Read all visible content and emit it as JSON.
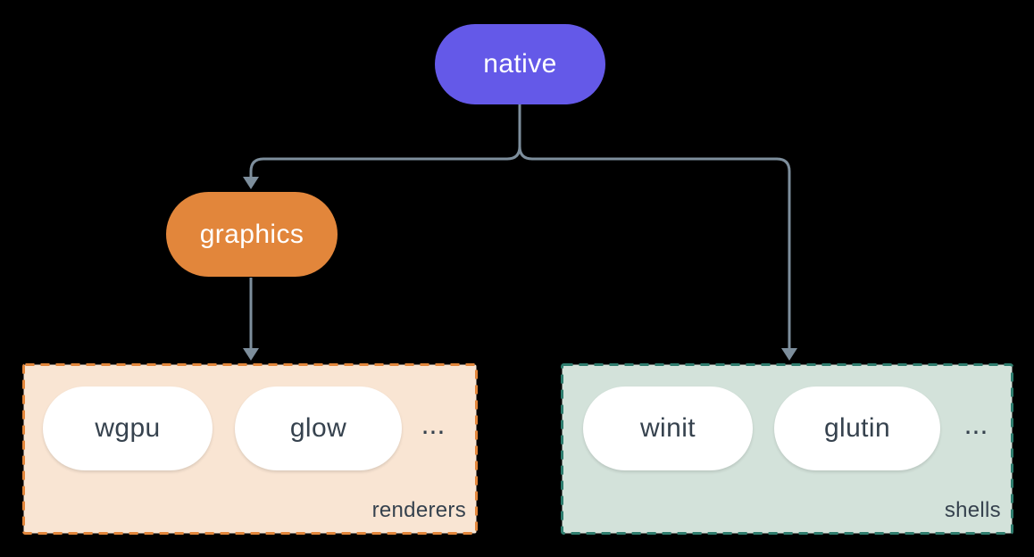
{
  "diagram": {
    "nodes": {
      "native": {
        "label": "native"
      },
      "graphics": {
        "label": "graphics"
      }
    },
    "groups": {
      "renderers": {
        "label": "renderers",
        "items": [
          "wgpu",
          "glow"
        ],
        "ellipsis": "..."
      },
      "shells": {
        "label": "shells",
        "items": [
          "winit",
          "glutin"
        ],
        "ellipsis": "..."
      }
    }
  },
  "colors": {
    "background": "#000000",
    "native_fill": "#6459e8",
    "graphics_fill": "#e2863b",
    "renderers_fill": "#f9e5d3",
    "renderers_border": "#e2863b",
    "shells_fill": "#d3e2da",
    "shells_border": "#2e7d6e",
    "node_text_light": "#ffffff",
    "node_text_dark": "#36424e",
    "connector": "#7d8e9c"
  }
}
